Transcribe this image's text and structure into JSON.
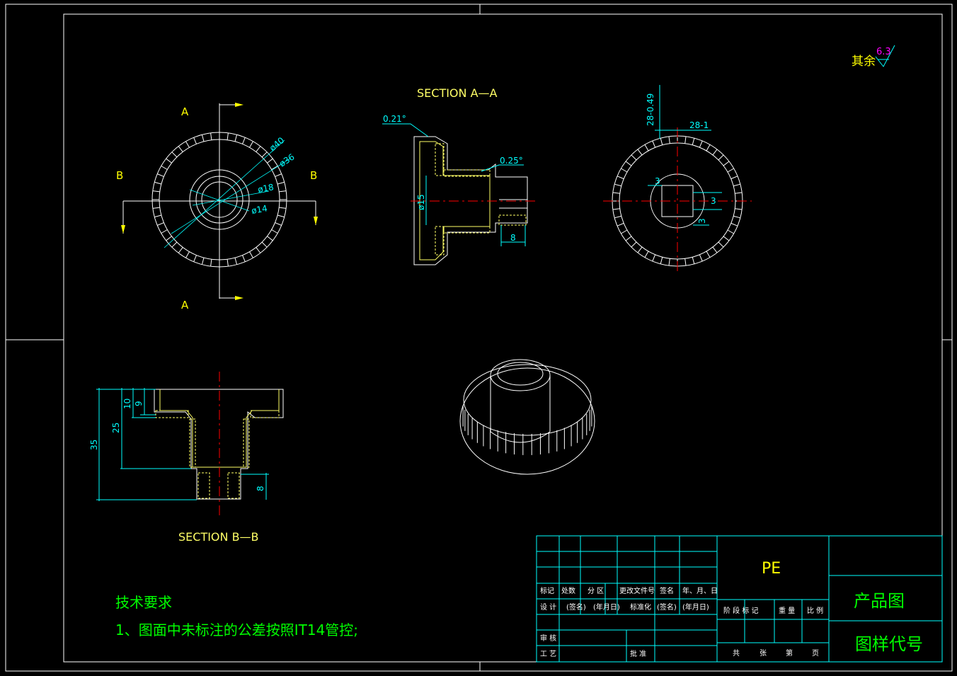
{
  "roughness": {
    "prefix": "其余",
    "value": "6.3"
  },
  "section_aa": {
    "title": "SECTION A—A",
    "dims": {
      "angle_outer": "0.21°",
      "angle_inner": "0.25°",
      "dia_bore": "ø15",
      "length": "8"
    }
  },
  "front_view": {
    "label_a_top": "A",
    "label_a_bottom": "A",
    "label_b_left": "B",
    "label_b_right": "B",
    "dims": {
      "d40": "ø40",
      "d36": "ø36",
      "d18": "ø18",
      "d14": "ø14"
    }
  },
  "side_view": {
    "dims": {
      "tooth_depth": "28-0.49",
      "tooth_width": "28-1",
      "key_a": "3",
      "key_b": "3",
      "key_c": "3"
    }
  },
  "section_bb": {
    "title": "SECTION B—B",
    "dims": {
      "total": "35",
      "body": "25",
      "rim": "10",
      "flange": "9",
      "stub": "8"
    }
  },
  "notes": {
    "heading": "技术要求",
    "line1": "1、图面中未标注的公差按照IT14管控;"
  },
  "title_block": {
    "material": "PE",
    "drawing_name": "产品图",
    "drawing_code": "图样代号",
    "rev_headers": [
      "标记",
      "处数",
      "分 区",
      "更改文件号",
      "签名",
      "年、月、日"
    ],
    "design_row": [
      "设 计",
      "(签名)",
      "(年月日)",
      "标准化",
      "(签名)",
      "(年月日)"
    ],
    "review": "审 核",
    "process": "工 艺",
    "approve": "批 准",
    "stage_headers": [
      "阶 段 标 记",
      "重 量",
      "比 例"
    ],
    "sheet_row": [
      "共",
      "张",
      "第",
      "页"
    ]
  },
  "colors": {
    "outline": "#ffffff",
    "dimension": "#00ffff",
    "label": "#ffff00",
    "center": "#ff0000",
    "section": "#ffff66",
    "note": "#00ff00",
    "roughness": "#ff00ff"
  }
}
